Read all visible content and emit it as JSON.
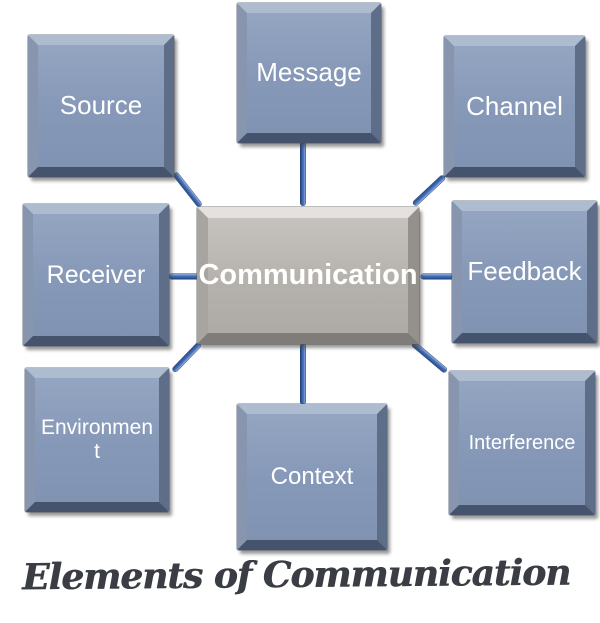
{
  "title": {
    "text": "Elements of Communication",
    "color": "#3a3d44"
  },
  "center": {
    "label": "Communication",
    "display": "Communication",
    "fill_color": "#b5b1ad",
    "text_color": "#ffffff"
  },
  "nodes": [
    {
      "id": "source",
      "label": "Source",
      "display": "Source"
    },
    {
      "id": "message",
      "label": "Message",
      "display": "Message"
    },
    {
      "id": "channel",
      "label": "Channel",
      "display": "Channel"
    },
    {
      "id": "receiver",
      "label": "Receiver",
      "display": "Receiver"
    },
    {
      "id": "feedback",
      "label": "Feedback",
      "display": "Feedback"
    },
    {
      "id": "environment",
      "label": "Environment",
      "display": "Environmen\nt"
    },
    {
      "id": "context",
      "label": "Context",
      "display": "Context"
    },
    {
      "id": "interference",
      "label": "Interference",
      "display": "Interference"
    }
  ],
  "colors": {
    "node_fill": "#8c9eba",
    "node_bevel_light": "#aebcd0",
    "node_bevel_dark": "#46536c",
    "center_fill": "#b5b1ad",
    "connector": "#4472c4",
    "label_text": "#ffffff",
    "background": "#ffffff"
  }
}
